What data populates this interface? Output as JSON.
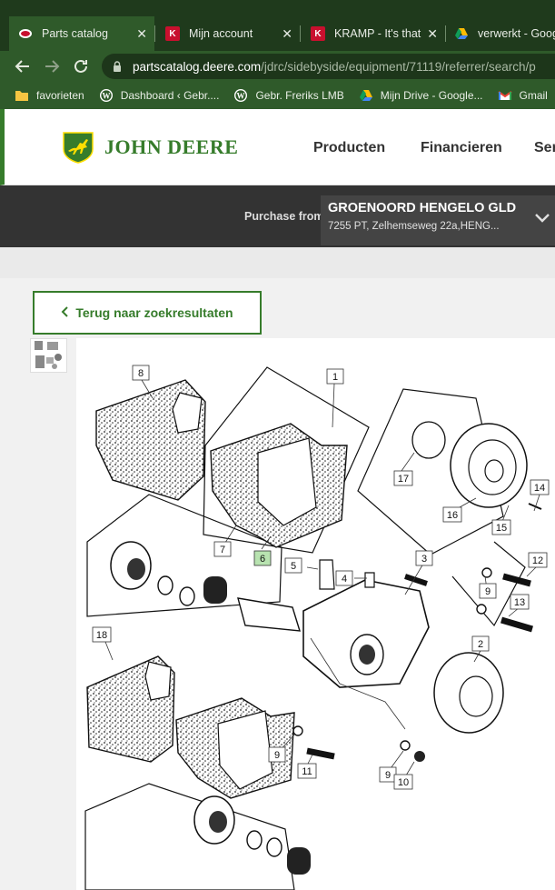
{
  "browser": {
    "tabs": [
      {
        "title": "Parts catalog",
        "icon": "deere-icon"
      },
      {
        "title": "Mijn account",
        "icon": "kramp-icon"
      },
      {
        "title": "KRAMP - It's that",
        "icon": "kramp-icon"
      },
      {
        "title": "verwerkt - Goog",
        "icon": "google-drive-icon"
      }
    ],
    "close_symbol": "✕",
    "url_host": "partscatalog.deere.com",
    "url_path": "/jdrc/sidebyside/equipment/71119/referrer/search/p",
    "bookmarks": [
      {
        "label": "favorieten",
        "icon": "folder-icon"
      },
      {
        "label": "Dashboard ‹ Gebr....",
        "icon": "wordpress-icon"
      },
      {
        "label": "Gebr. Freriks LMB",
        "icon": "wordpress-icon"
      },
      {
        "label": "Mijn Drive - Google...",
        "icon": "google-drive-icon"
      },
      {
        "label": "Gmail",
        "icon": "gmail-icon"
      }
    ]
  },
  "site": {
    "brand": "JOHN DEERE",
    "nav": [
      "Producten",
      "Financieren",
      "Serv"
    ],
    "purchase_from_label": "Purchase from",
    "dealer_name": "GROENOORD HENGELO GLD",
    "dealer_address": "7255 PT, Zelhemseweg 22a,HENG...",
    "back_button_label": "Terug naar zoekresultaten"
  },
  "diagram": {
    "callouts": [
      "8",
      "1",
      "17",
      "16",
      "15",
      "14",
      "7",
      "6",
      "5",
      "4",
      "3",
      "12",
      "9",
      "13",
      "2",
      "18",
      "9",
      "11",
      "9",
      "10"
    ],
    "selected_callout": "6"
  },
  "colors": {
    "deere_green": "#367c2b",
    "deere_yellow": "#ffde00",
    "browser_dark": "#1f3a1c",
    "browser_green": "#2f5a2a",
    "dealer_bar": "#333333",
    "selected_callout": "#b8e3b0"
  }
}
